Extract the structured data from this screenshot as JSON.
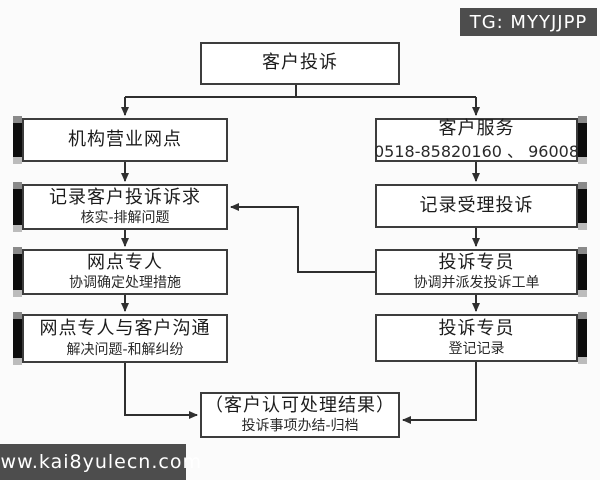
{
  "badges": {
    "tg": "TG: MYYJJPP",
    "watermark": "www.kai8yulecn.com"
  },
  "flow": {
    "start": {
      "title": "客户投诉"
    },
    "left_column": [
      {
        "title": "机构营业网点",
        "subtitle": ""
      },
      {
        "title": "记录客户投诉诉求",
        "subtitle": "核实-排解问题"
      },
      {
        "title": "网点专人",
        "subtitle": "协调确定处理措施"
      },
      {
        "title": "网点专人与客户沟通",
        "subtitle": "解决问题-和解纠纷"
      }
    ],
    "right_column": [
      {
        "title": "客户服务",
        "subtitle": "0518-85820160 、 96008"
      },
      {
        "title": "记录受理投诉",
        "subtitle": ""
      },
      {
        "title": "投诉专员",
        "subtitle": "协调并派发投诉工单"
      },
      {
        "title": "投诉专员",
        "subtitle": "登记记录"
      }
    ],
    "end": {
      "title": "（客户认可处理结果）",
      "subtitle": "投诉事项办结-归档"
    }
  },
  "colors": {
    "badge_bg": "#4d4d4d",
    "line": "#2f2f2f",
    "accent_bar": "#0d0d0d",
    "node_border": "#3d3d3d"
  }
}
